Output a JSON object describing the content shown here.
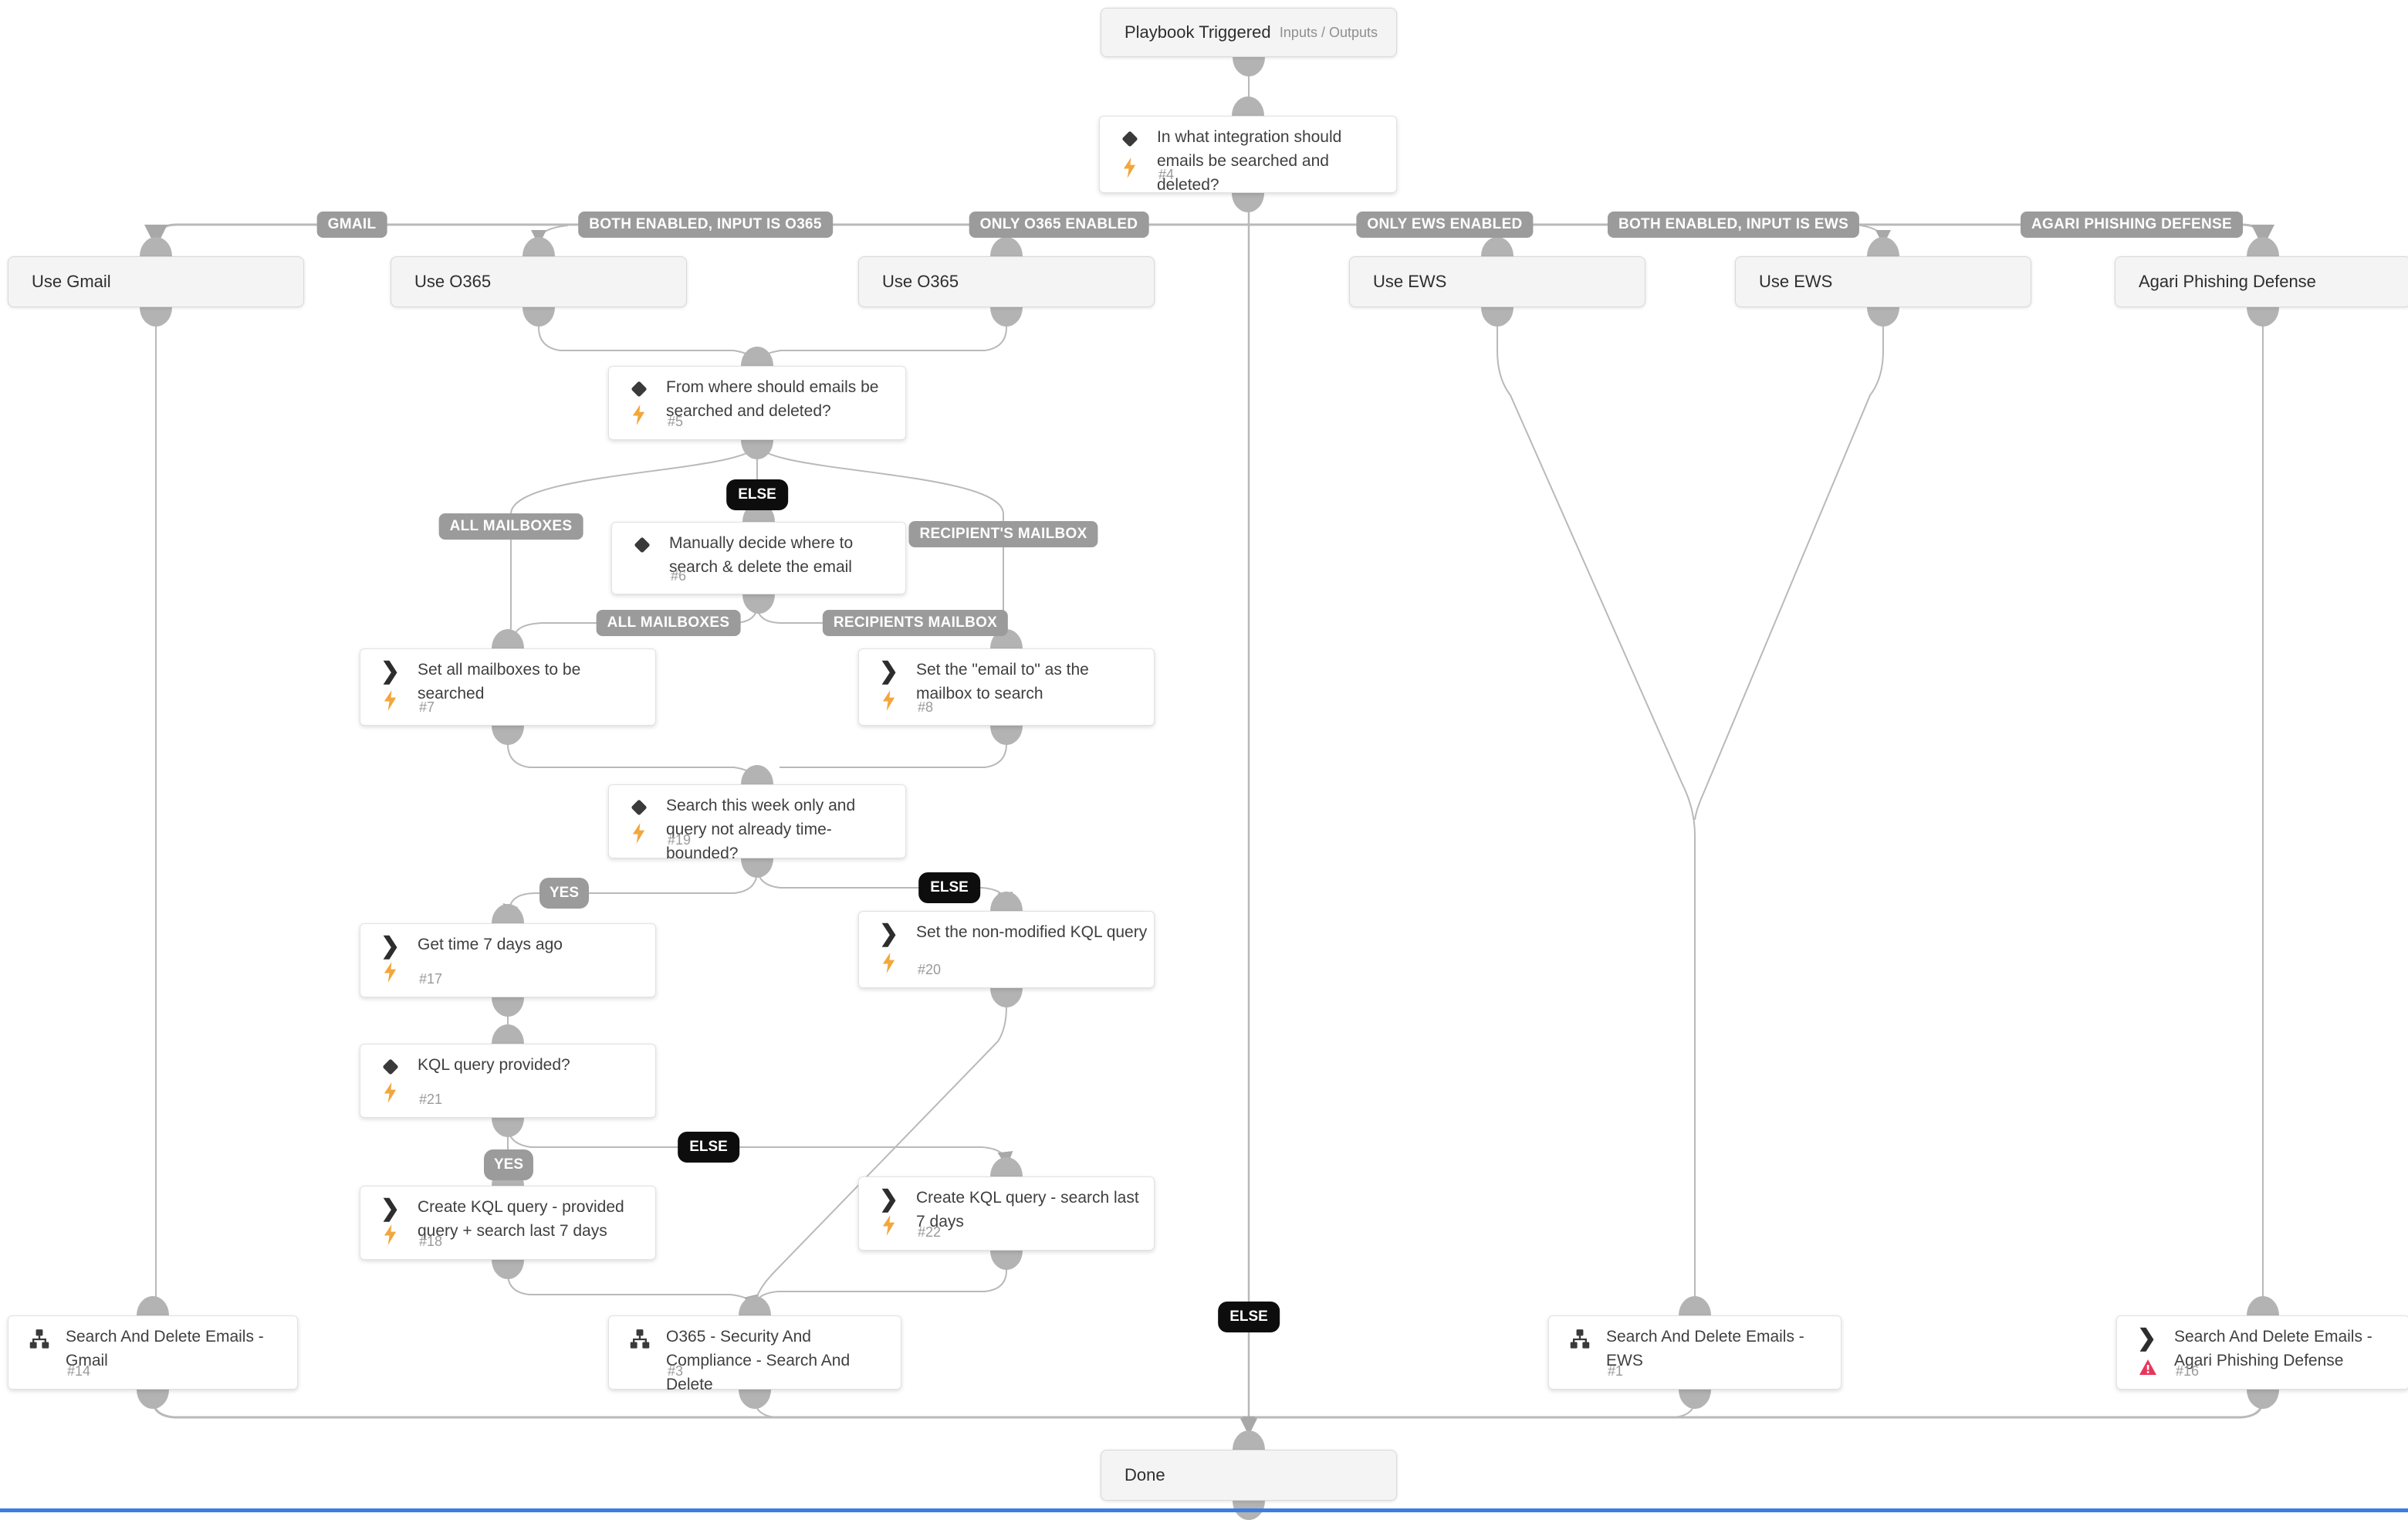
{
  "app": {
    "background": "#ffffff",
    "accent_line_color": "#3E7DE0",
    "line_color": "#b9b9b9",
    "badge_bg": "#9b9b9b",
    "badge_else_bg": "#0d0d0d",
    "bolt_color": "#F2A63C",
    "warning_color": "#E8365A",
    "icon_color": "#3A3A3A"
  },
  "nodes": [
    {
      "id": "start",
      "kind": "section",
      "title": "Playbook Triggered",
      "meta": "Inputs / Outputs"
    },
    {
      "id": "cond4",
      "kind": "card",
      "icon": "diamond-icon",
      "bottomIcon": "bolt-icon",
      "title": "In what integration should emails be searched and deleted?",
      "number": "#4"
    },
    {
      "id": "useGmail",
      "kind": "section",
      "title": "Use Gmail"
    },
    {
      "id": "useO365a",
      "kind": "section",
      "title": "Use O365"
    },
    {
      "id": "useO365b",
      "kind": "section",
      "title": "Use O365"
    },
    {
      "id": "useEwsA",
      "kind": "section",
      "title": "Use EWS"
    },
    {
      "id": "useEwsB",
      "kind": "section",
      "title": "Use EWS"
    },
    {
      "id": "useAgari",
      "kind": "section",
      "title": "Agari Phishing Defense"
    },
    {
      "id": "cond5",
      "kind": "card",
      "icon": "diamond-icon",
      "bottomIcon": "bolt-icon",
      "title": "From where should emails be searched and deleted?",
      "number": "#5"
    },
    {
      "id": "cond6",
      "kind": "card",
      "icon": "diamond-icon",
      "title": "Manually decide where to search & delete the email",
      "number": "#6"
    },
    {
      "id": "task7",
      "kind": "card",
      "icon": "automation-icon",
      "bottomIcon": "bolt-icon",
      "title": "Set all mailboxes to be searched",
      "number": "#7"
    },
    {
      "id": "task8",
      "kind": "card",
      "icon": "automation-icon",
      "bottomIcon": "bolt-icon",
      "title": "Set the \"email to\" as the mailbox to search",
      "number": "#8"
    },
    {
      "id": "cond19",
      "kind": "card",
      "icon": "diamond-icon",
      "bottomIcon": "bolt-icon",
      "title": "Search this week only and query not already time-bounded?",
      "number": "#19"
    },
    {
      "id": "task17",
      "kind": "card",
      "icon": "automation-icon",
      "bottomIcon": "bolt-icon",
      "title": "Get time 7 days ago",
      "number": "#17"
    },
    {
      "id": "task20",
      "kind": "card",
      "icon": "automation-icon",
      "bottomIcon": "bolt-icon",
      "title": "Set the non-modified KQL query",
      "number": "#20"
    },
    {
      "id": "cond21",
      "kind": "card",
      "icon": "diamond-icon",
      "bottomIcon": "bolt-icon",
      "title": "KQL query provided?",
      "number": "#21"
    },
    {
      "id": "task18",
      "kind": "card",
      "icon": "automation-icon",
      "bottomIcon": "bolt-icon",
      "title": "Create KQL query - provided query + search last 7 days",
      "number": "#18"
    },
    {
      "id": "task22",
      "kind": "card",
      "icon": "automation-icon",
      "bottomIcon": "bolt-icon",
      "title": "Create KQL query - search last 7 days",
      "number": "#22"
    },
    {
      "id": "pb14",
      "kind": "card",
      "icon": "subplaybook-icon",
      "title": "Search And Delete Emails - Gmail",
      "number": "#14"
    },
    {
      "id": "pb3",
      "kind": "card",
      "icon": "subplaybook-icon",
      "title": "O365 - Security And Compliance - Search And Delete",
      "number": "#3"
    },
    {
      "id": "pb1",
      "kind": "card",
      "icon": "subplaybook-icon",
      "title": "Search And Delete Emails - EWS",
      "number": "#1"
    },
    {
      "id": "task16",
      "kind": "card",
      "icon": "automation-icon",
      "bottomIcon": "warning-icon",
      "title": "Search And Delete Emails - Agari Phishing Defense",
      "number": "#16"
    },
    {
      "id": "done",
      "kind": "section",
      "title": "Done"
    }
  ],
  "badges": [
    {
      "id": "gmail",
      "text": "GMAIL",
      "variant": "gray"
    },
    {
      "id": "bothO365",
      "text": "BOTH ENABLED, INPUT IS O365",
      "variant": "gray"
    },
    {
      "id": "onlyO365",
      "text": "ONLY O365 ENABLED",
      "variant": "gray"
    },
    {
      "id": "onlyEws",
      "text": "ONLY EWS ENABLED",
      "variant": "gray"
    },
    {
      "id": "bothEws",
      "text": "BOTH ENABLED, INPUT IS EWS",
      "variant": "gray"
    },
    {
      "id": "agariLbl",
      "text": "AGARI PHISHING DEFENSE",
      "variant": "gray"
    },
    {
      "id": "else5",
      "text": "ELSE",
      "variant": "dark"
    },
    {
      "id": "allMail5",
      "text": "ALL MAILBOXES",
      "variant": "gray"
    },
    {
      "id": "recipMail5",
      "text": "RECIPIENT'S MAILBOX",
      "variant": "gray"
    },
    {
      "id": "allMail6",
      "text": "ALL MAILBOXES",
      "variant": "gray"
    },
    {
      "id": "recipMail6",
      "text": "RECIPIENTS MAILBOX",
      "variant": "gray"
    },
    {
      "id": "yes19",
      "text": "YES",
      "variant": "yes"
    },
    {
      "id": "else19",
      "text": "ELSE",
      "variant": "dark"
    },
    {
      "id": "yes21",
      "text": "YES",
      "variant": "yes"
    },
    {
      "id": "else21",
      "text": "ELSE",
      "variant": "dark"
    },
    {
      "id": "elseMain",
      "text": "ELSE",
      "variant": "dark"
    }
  ]
}
